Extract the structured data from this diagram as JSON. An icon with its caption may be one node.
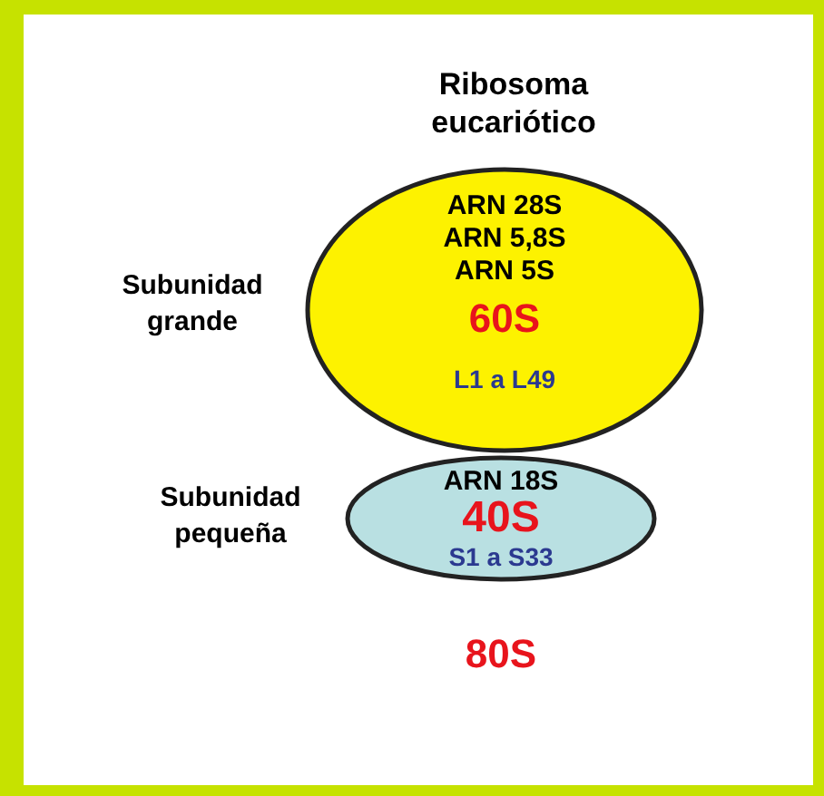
{
  "diagram": {
    "title": "Ribosoma eucariótico",
    "nodes": [
      {
        "text": [
          "ARN 28S",
          "ARN 5,8S",
          "ARN 5S",
          "60S",
          "L1 a L49"
        ],
        "beside": [
          "Subunidad grande"
        ]
      },
      {
        "text": [
          "ARN 18S",
          "40S",
          "S1 a S33"
        ],
        "beside": [
          "Subunidad pequeña"
        ]
      }
    ],
    "labels": [
      "80S"
    ]
  }
}
